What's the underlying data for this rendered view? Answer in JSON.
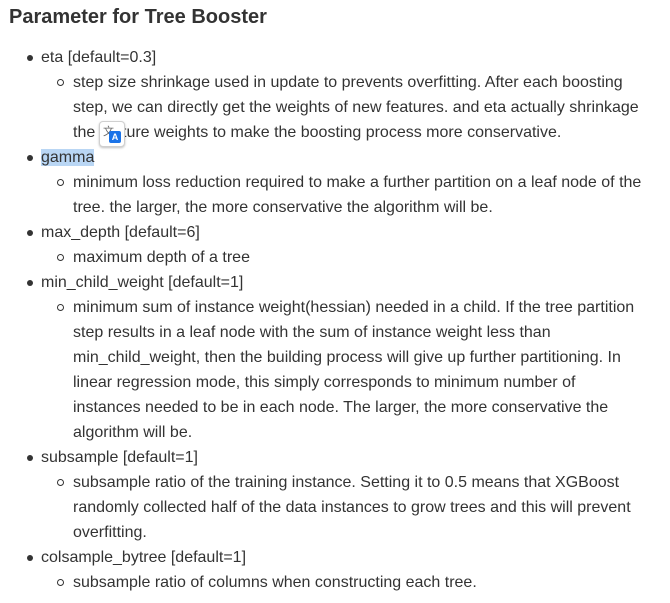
{
  "title": "Parameter for Tree Booster",
  "params": [
    {
      "name": "eta [default=0.3]",
      "desc": [
        "step size shrinkage used in update to prevents overfitting. After each boosting",
        "step, we can directly get the weights of new features. and eta actually shrinkage",
        "ture weights to make the boosting process more conservative."
      ],
      "desc_prefix": "the"
    },
    {
      "name": "gamma",
      "desc": [
        "minimum loss reduction required to make a further partition on a leaf node of the",
        "tree. the larger, the more conservative the algorithm will be."
      ]
    },
    {
      "name": "max_depth [default=6]",
      "desc": [
        "maximum depth of a tree"
      ]
    },
    {
      "name": "min_child_weight [default=1]",
      "desc": [
        "minimum sum of instance weight(hessian) needed in a child. If the tree partition",
        "step results in a leaf node with the sum of instance weight less than",
        "min_child_weight, then the building process will give up further partitioning. In",
        "linear regression mode, this simply corresponds to minimum number of",
        "instances needed to be in each node. The larger, the more conservative the",
        "algorithm will be."
      ]
    },
    {
      "name": "subsample [default=1]",
      "desc": [
        "subsample ratio of the training instance. Setting it to 0.5 means that XGBoost",
        "randomly collected half of the data instances to grow trees and this will prevent",
        "overfitting."
      ]
    },
    {
      "name": "colsample_bytree [default=1]",
      "desc": [
        "subsample ratio of columns when constructing each tree."
      ]
    }
  ],
  "translate_icon": {
    "glyph": "文",
    "letter": "A"
  }
}
